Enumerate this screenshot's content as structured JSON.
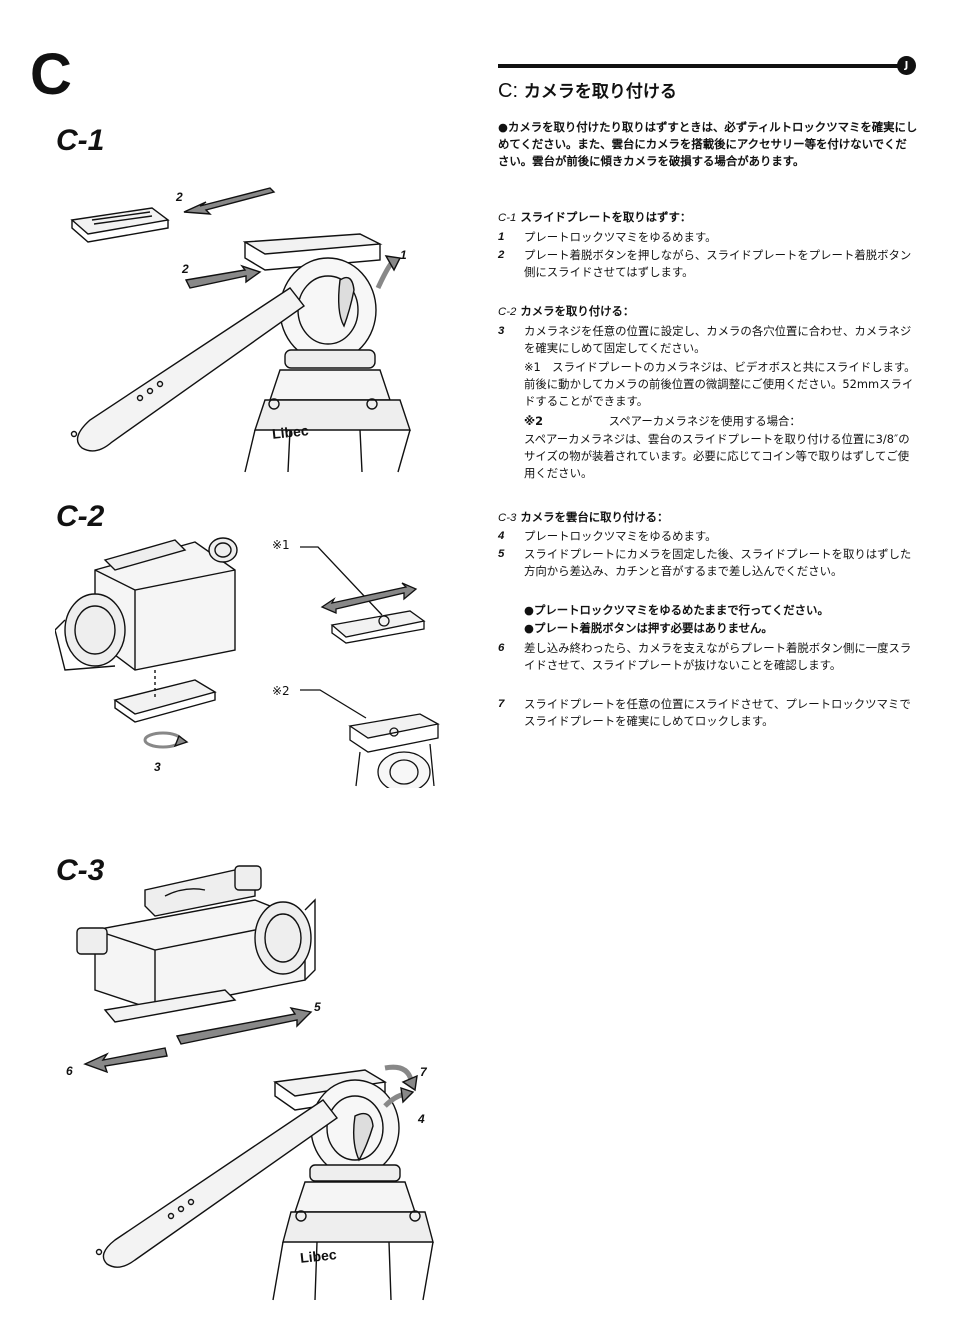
{
  "left": {
    "section_letter": "C",
    "c1": {
      "label": "C-1",
      "numbers": [
        "2",
        "2",
        "1"
      ],
      "brand": "Libec"
    },
    "c2": {
      "label": "C-2",
      "refs": [
        "※1",
        "※2"
      ],
      "numbers": [
        "3"
      ]
    },
    "c3": {
      "label": "C-3",
      "numbers": [
        "5",
        "6",
        "7",
        "4"
      ],
      "brand": "Libec"
    }
  },
  "right": {
    "badge": "J",
    "title_letter": "C:",
    "title_text": "カメラを取り付ける",
    "warning": "●カメラを取り付けたり取りはずすときは、必ずティルトロックツマミを確実にしめてください。また、雲台にカメラを搭載後にアクセサリー等を付けないでください。雲台が前後に傾きカメラを破損する場合があります。",
    "c1": {
      "num": "C-1",
      "heading": "スライドプレートを取りはずす：",
      "steps": [
        {
          "n": "1",
          "text": "プレートロックツマミをゆるめます。"
        },
        {
          "n": "2",
          "text": "プレート着脱ボタンを押しながら、スライドプレートをプレート着脱ボタン側にスライドさせてはずします。"
        }
      ]
    },
    "c2": {
      "num": "C-2",
      "heading": "カメラを取り付ける：",
      "steps": [
        {
          "n": "3",
          "text": "カメラネジを任意の位置に設定し、カメラの各穴位置に合わせ、カメラネジを確実にしめて固定してください。"
        }
      ],
      "note1": "※1　スライドプレートのカメラネジは、ビデオボスと共にスライドします。前後に動かしてカメラの前後位置の微調整にご使用ください。52mmスライドすることができます。",
      "note2_mark": "※2",
      "note2_title": "スペアーカメラネジを使用する場合：",
      "note2_text": "スペアーカメラネジは、雲台のスライドプレートを取り付ける位置に3/8″のサイズの物が装着されています。必要に応じてコイン等で取りはずしてご使用ください。"
    },
    "c3": {
      "num": "C-3",
      "heading": "カメラを雲台に取り付ける：",
      "steps": [
        {
          "n": "4",
          "text": "プレートロックツマミをゆるめます。"
        },
        {
          "n": "5",
          "text": "スライドプレートにカメラを固定した後、スライドプレートを取りはずした方向から差込み、カチンと音がするまで差し込んでください。"
        }
      ],
      "bold_notes": [
        "●プレートロックツマミをゆるめたままで行ってください。",
        "●プレート着脱ボタンは押す必要はありません。"
      ],
      "steps2": [
        {
          "n": "6",
          "text": "差し込み終わったら、カメラを支えながらプレート着脱ボタン側に一度スライドさせて、スライドプレートが抜けないことを確認します。"
        },
        {
          "n": "7",
          "text": "スライドプレートを任意の位置にスライドさせて、プレートロックツマミでスライドプレートを確実にしめてロックします。"
        }
      ]
    }
  }
}
